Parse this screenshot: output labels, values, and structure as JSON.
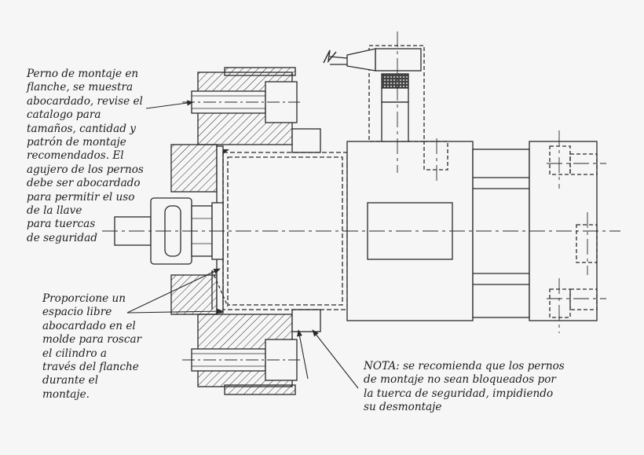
{
  "colors": {
    "background": "#f6f6f6",
    "line": "#2a2a2a",
    "text": "#1c1c1c"
  },
  "notes": {
    "bolt": [
      "Perno de montaje en",
      "flanche, se muestra",
      "abocardado, revise el",
      "catalogo para",
      "tamaños, cantidad y",
      "patrón de montaje",
      "recomendados. El",
      "agujero de los pernos",
      "debe ser abocardado",
      "para permitir el uso",
      "de la llave",
      "para tuercas",
      "de seguridad"
    ],
    "space": [
      "Proporcione un",
      "espacio libre",
      "abocardado en el",
      "molde para roscar",
      "el cilindro a",
      "través del flanche",
      "durante el",
      "montaje."
    ],
    "lock": [
      "NOTA: se recomienda que los pernos",
      "de montaje no sean bloqueados por",
      "la tuerca de seguridad, impidiendo",
      "su desmontaje"
    ]
  },
  "icons": {
    "sensor_connector": "proximity-sensor-icon",
    "cable_break": "break-mark-icon"
  }
}
